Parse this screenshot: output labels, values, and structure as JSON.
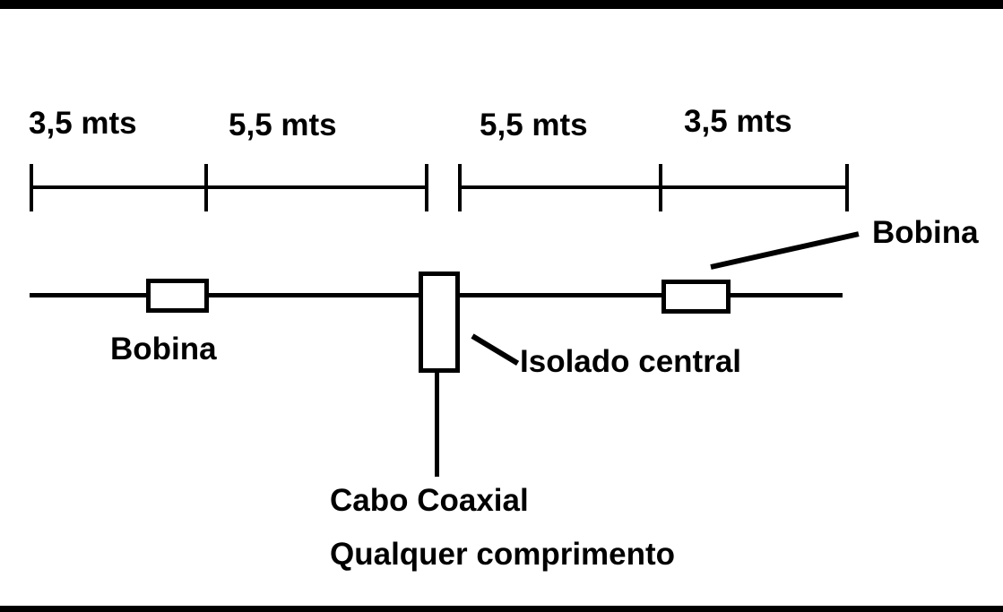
{
  "measurements": [
    "3,5 mts",
    "5,5 mts",
    "5,5 mts",
    "3,5 mts"
  ],
  "labels": {
    "coil_left": "Bobina",
    "coil_right": "Bobina",
    "center_insulator": "Isolado central",
    "coax_line1": "Cabo Coaxial",
    "coax_line2": "Qualquer comprimento"
  },
  "colors": {
    "ink": "#000000",
    "background": "#ffffff"
  }
}
